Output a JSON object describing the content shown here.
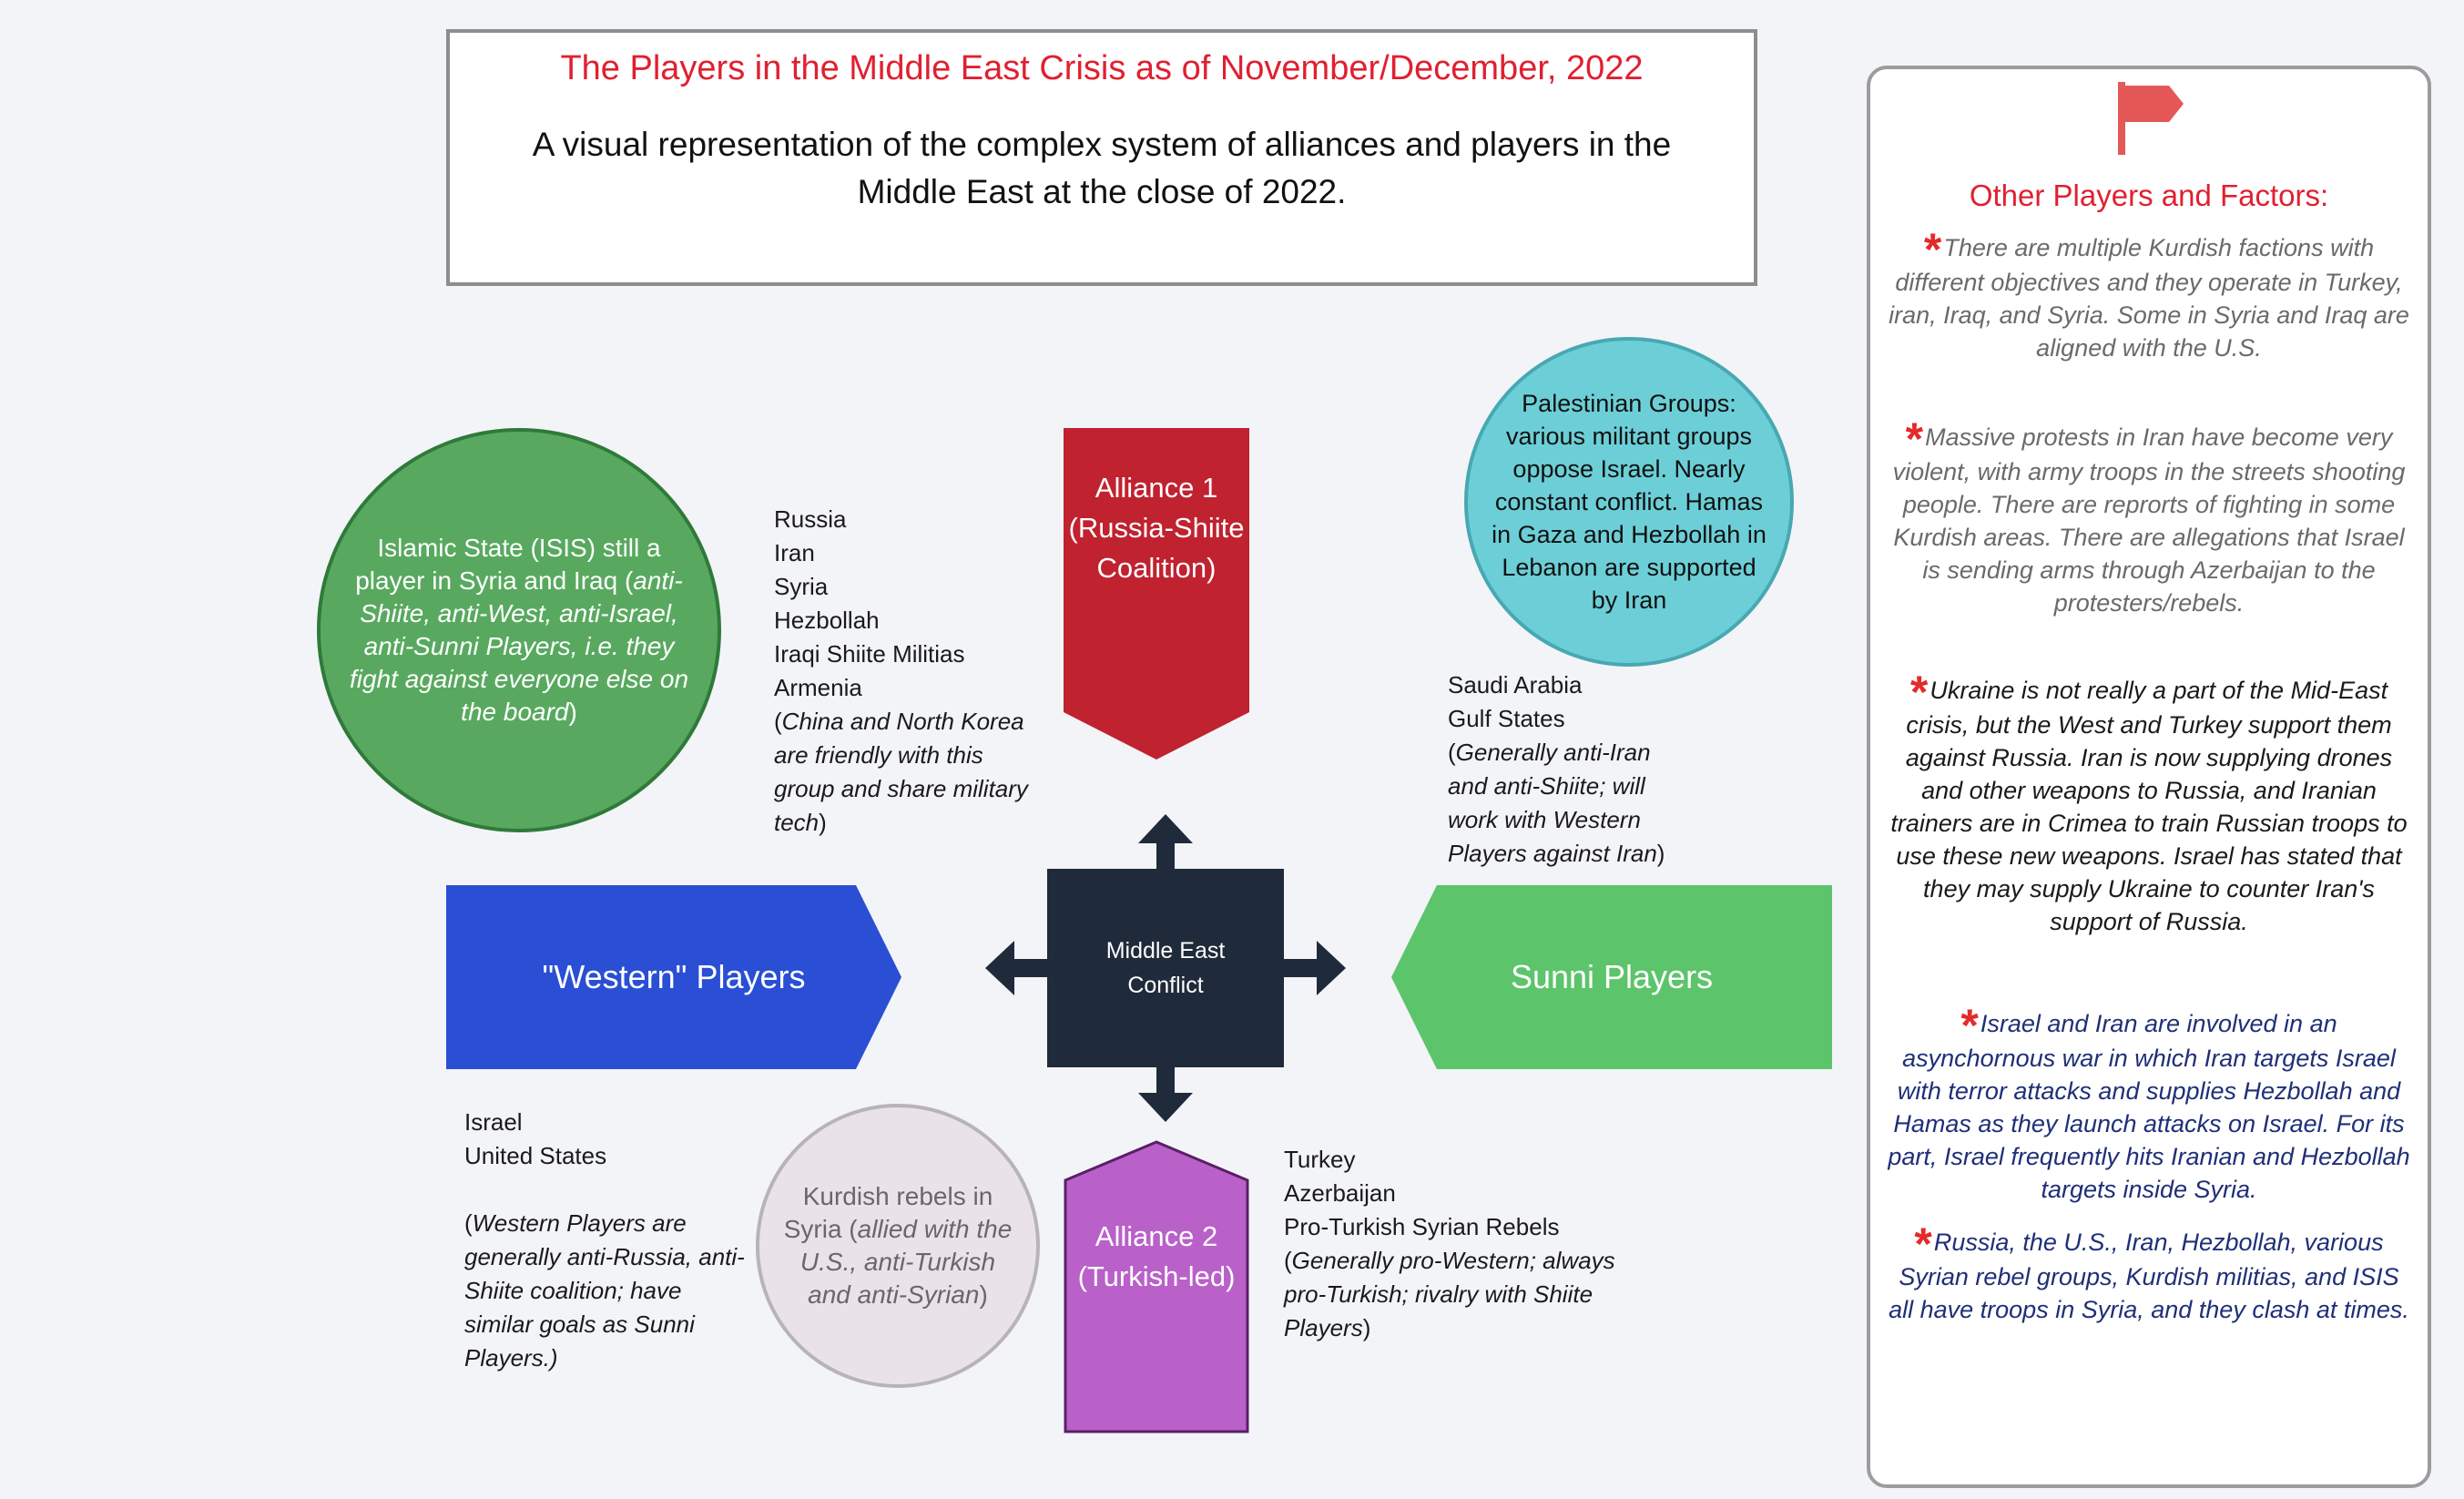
{
  "title_box": {
    "title": "The Players in the Middle East Crisis as of November/December,  2022",
    "subtitle": "A visual representation of the complex system of alliances and players in the Middle East at the close of 2022."
  },
  "isis": {
    "label": "Islamic State (ISIS) still a player in Syria and Iraq (",
    "italic": "anti-Shiite, anti-West, anti-Israel, anti-Sunni Players, i.e. they fight against everyone else on the board",
    "close": ")"
  },
  "alliance1": {
    "label": "Alliance 1 (Russia-Shiite Coalition)",
    "color": "#c0222f",
    "members": [
      "Russia",
      "Iran",
      "Syria",
      "Hezbollah",
      "Iraqi Shiite Militias",
      "Armenia"
    ],
    "note_open": "(",
    "note": "China and North Korea are friendly with this group and share military tech",
    "note_close": ")"
  },
  "palestinian": {
    "text": "Palestinian Groups: various militant groups oppose Israel. Nearly constant conflict. Hamas in Gaza and Hezbollah in Lebanon are supported by Iran"
  },
  "sunni": {
    "label": "Sunni Players",
    "color": "#5cc46a",
    "members": [
      "Saudi Arabia",
      "Gulf States"
    ],
    "note_open": "(",
    "note": "Generally anti-Iran and anti-Shiite; will work with Western Players against Iran",
    "note_close": ")"
  },
  "western": {
    "label": "\"Western\" Players",
    "color": "#2a4fd4",
    "members": [
      "Israel",
      "United States"
    ],
    "note_open": "(",
    "note": "Western Players are generally anti-Russia, anti-Shiite coalition; have similar goals as Sunni Players.)"
  },
  "center": {
    "label": "Middle East Conflict"
  },
  "kurdish": {
    "label": "Kurdish rebels in Syria (",
    "italic": "allied with the U.S., anti-Turkish and anti-Syrian",
    "close": ")"
  },
  "alliance2": {
    "label": "Alliance  2 (Turkish-led)",
    "color": "#b961c9",
    "members": [
      "Turkey",
      "Azerbaijan",
      "Pro-Turkish  Syrian Rebels"
    ],
    "note_open": "(",
    "note": "Generally pro-Western; always pro-Turkish;  rivalry with Shiite Players",
    "note_close": ")"
  },
  "side_panel": {
    "icon": "flag-icon",
    "heading": "Other Players and Factors:",
    "star": "*",
    "notes": [
      "There are multiple Kurdish factions with different objectives and they operate in Turkey, iran, Iraq, and Syria. Some in Syria and Iraq are aligned with the U.S.",
      "Massive protests in Iran have become very violent, with army troops in the streets shooting people. There are reprorts of fighting in some Kurdish areas. There are allegations that Israel is sending arms through Azerbaijan to the protesters/rebels.",
      "Ukraine is not really a part of the Mid-East crisis, but the West and Turkey  support them against Russia. Iran is now supplying drones and other weapons to Russia, and Iranian trainers are in Crimea to train Russian troops to use these new weapons. Israel has stated that they may supply Ukraine to counter Iran's support of Russia.",
      "Israel and Iran are involved in an asynchornous war in which Iran targets Israel with terror attacks and supplies Hezbollah and Hamas as they launch attacks on Israel. For its part, Israel frequently hits Iranian and Hezbollah targets inside Syria.",
      "Russia, the U.S., Iran, Hezbollah, various Syrian rebel groups, Kurdish militias, and ISIS all have troops in Syria, and they clash at times."
    ]
  }
}
